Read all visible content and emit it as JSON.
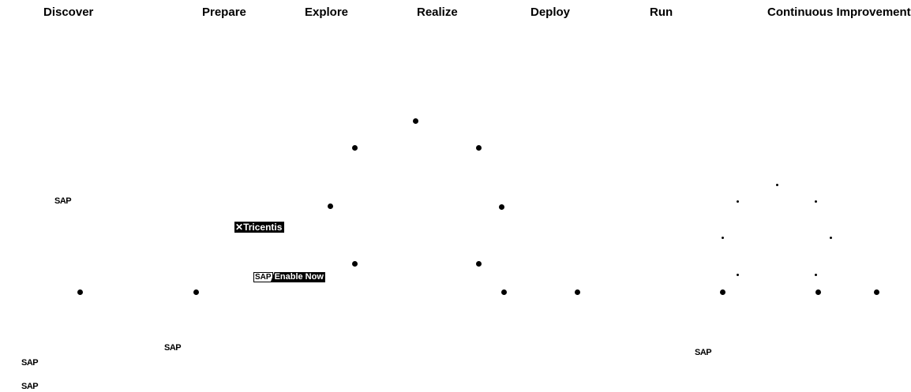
{
  "phases": [
    "Discover",
    "Prepare",
    "Explore",
    "Realize",
    "Deploy",
    "Run",
    "Continuous Improvement"
  ],
  "logos": {
    "sap": "SAP",
    "tricentis": "Tricentis",
    "enable_now_sap": "SAP",
    "enable_now_label": "Enable Now"
  }
}
